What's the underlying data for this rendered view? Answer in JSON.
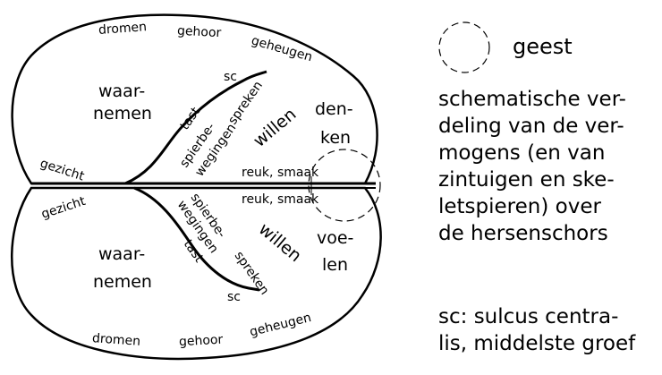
{
  "legend": {
    "geest": "geest",
    "description_lines": [
      "schematische ver-",
      "deling van de ver-",
      "mogens (en van",
      "zintuigen en ske-",
      "letspieren) over",
      "de hersenschors"
    ],
    "sc_lines": [
      "sc: sulcus centra-",
      "lis, middelste groef"
    ]
  },
  "top": {
    "dromen": "dromen",
    "gehoor": "gehoor",
    "geheugen": "geheugen",
    "sc": "sc",
    "waarnemen_1": "waar-",
    "waarnemen_2": "nemen",
    "tast": "tast",
    "spreken": "spreken",
    "spierbe": "spierbe-",
    "wegingen": "wegingen",
    "willen": "willen",
    "denken_1": "den-",
    "denken_2": "ken",
    "gezicht": "gezicht",
    "reuk": "reuk, smaak"
  },
  "bottom": {
    "gezicht": "gezicht",
    "reuk": "reuk, smaak",
    "spierbe": "spierbe-",
    "wegingen": "wegingen",
    "willen": "willen",
    "voelen_1": "voe-",
    "voelen_2": "len",
    "waarnemen_1": "waar-",
    "waarnemen_2": "nemen",
    "tast": "tast",
    "spreken": "spreken",
    "sc": "sc",
    "dromen": "dromen",
    "gehoor": "gehoor",
    "geheugen": "geheugen"
  }
}
